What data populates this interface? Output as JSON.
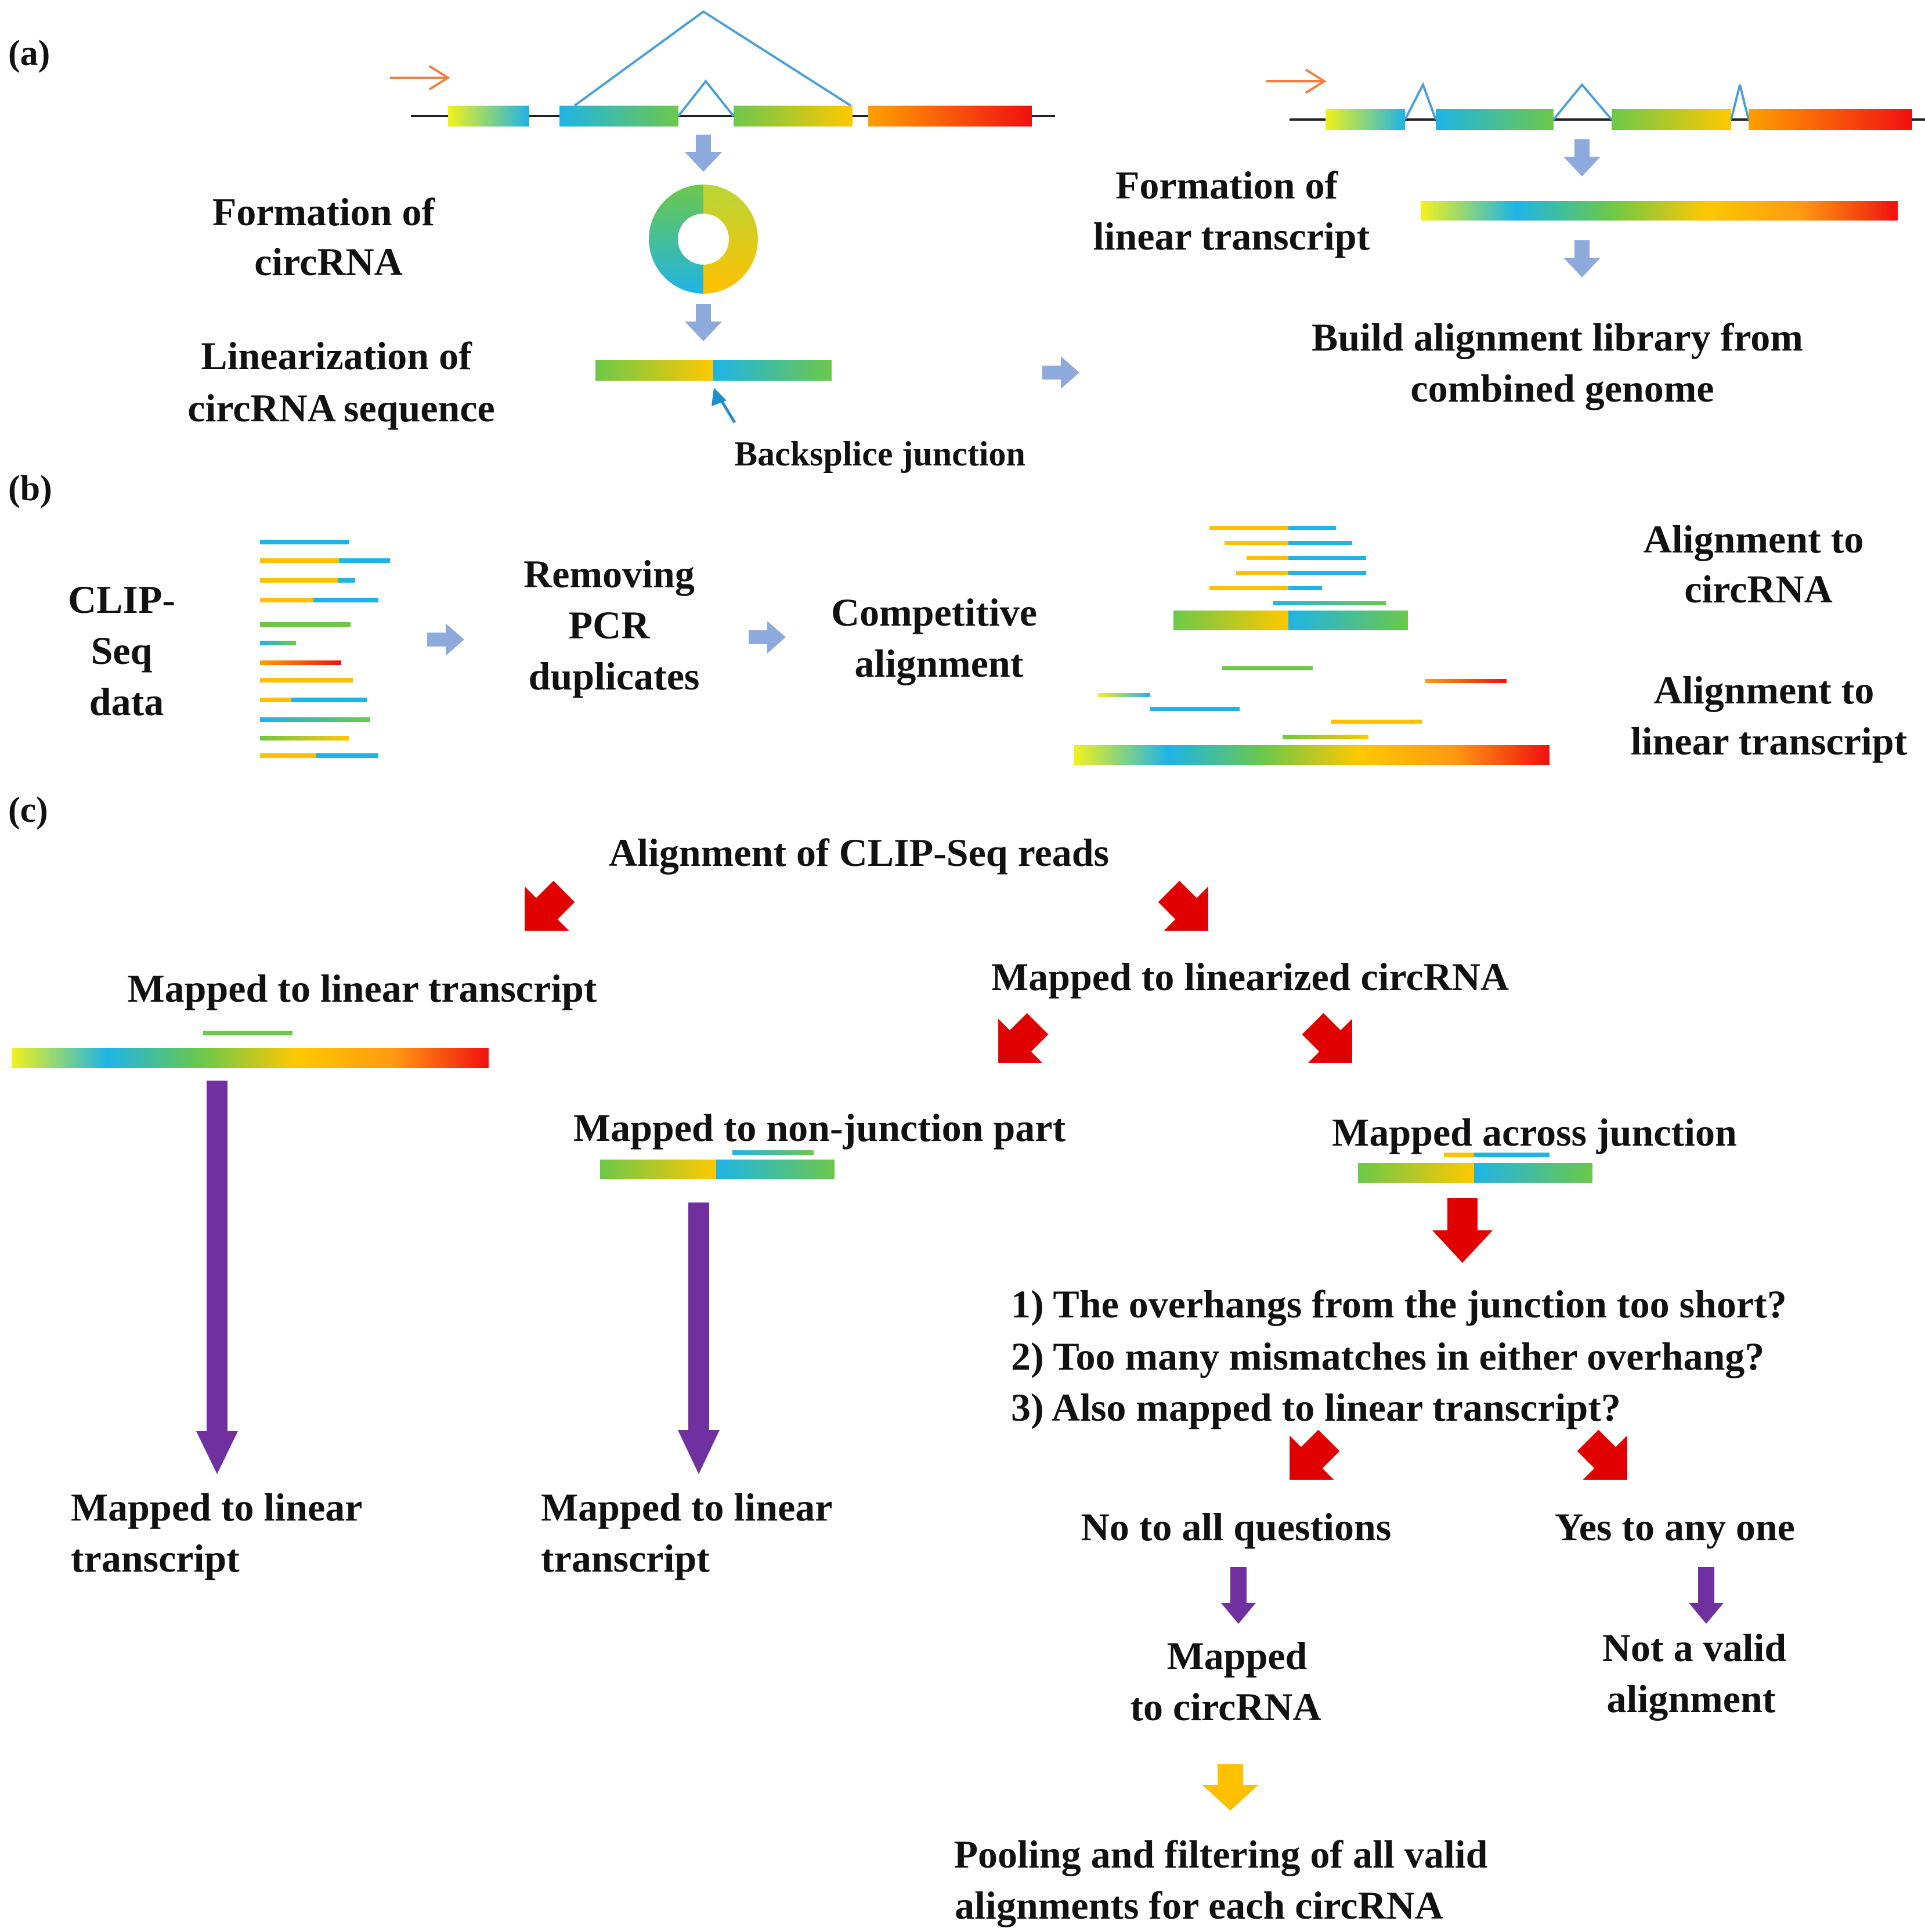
{
  "panel_labels": {
    "a": "(a)",
    "b": "(b)",
    "c": "(c)"
  },
  "panel_a": {
    "circ_formation": [
      "Formation of",
      "circRNA"
    ],
    "circ_linearization": [
      "Linearization of",
      "circRNA sequence"
    ],
    "backsplice_junction": "Backsplice junction",
    "linear_formation": [
      "Formation of",
      "linear transcript"
    ],
    "build_library": [
      "Build alignment library from",
      "combined genome"
    ]
  },
  "panel_b": {
    "clip_seq_data": [
      "CLIP-",
      "Seq",
      "data"
    ],
    "removing_pcr": [
      "Removing",
      "PCR",
      "duplicates"
    ],
    "competitive_alignment": [
      "Competitive",
      "alignment"
    ],
    "alignment_circ": [
      "Alignment to",
      "circRNA"
    ],
    "alignment_linear": [
      "Alignment to",
      "linear transcript"
    ]
  },
  "panel_c": {
    "root": "Alignment of CLIP-Seq reads",
    "mapped_linear": "Mapped to linear transcript",
    "mapped_linearized_circ": "Mapped to linearized circRNA",
    "mapped_nonjunction": "Mapped to non-junction part",
    "mapped_across_junction": "Mapped across junction",
    "questions": [
      "1) The overhangs from the junction too short?",
      "2) Too many mismatches in either overhang?",
      "3) Also mapped to linear transcript?"
    ],
    "no_to_all": "No to all questions",
    "yes_to_any": "Yes to any one",
    "result_linear_1": [
      "Mapped to linear",
      "transcript"
    ],
    "result_linear_2": [
      "Mapped to linear",
      "transcript"
    ],
    "mapped_circ": [
      "Mapped",
      "to circRNA"
    ],
    "not_valid": [
      "Not a valid",
      "alignment"
    ],
    "pooling": [
      "Pooling and filtering of all valid",
      "alignments for each circRNA"
    ]
  },
  "colors": {
    "blue_arrow": "#8EA9DB",
    "red_arrow": "#E00000",
    "purple_arrow": "#7030A0",
    "gold_arrow": "#FFC000",
    "intron_line": "#4A9FD8",
    "start_arrow": "#F08040"
  }
}
